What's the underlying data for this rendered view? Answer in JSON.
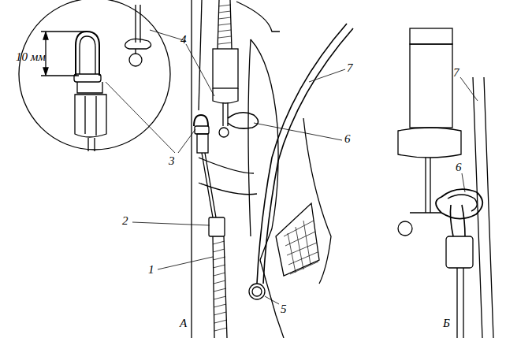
{
  "diagram": {
    "labels": [
      "10 мм",
      "4",
      "7",
      "7",
      "6",
      "6",
      "3",
      "2",
      "1",
      "5",
      "А",
      "Б"
    ]
  }
}
